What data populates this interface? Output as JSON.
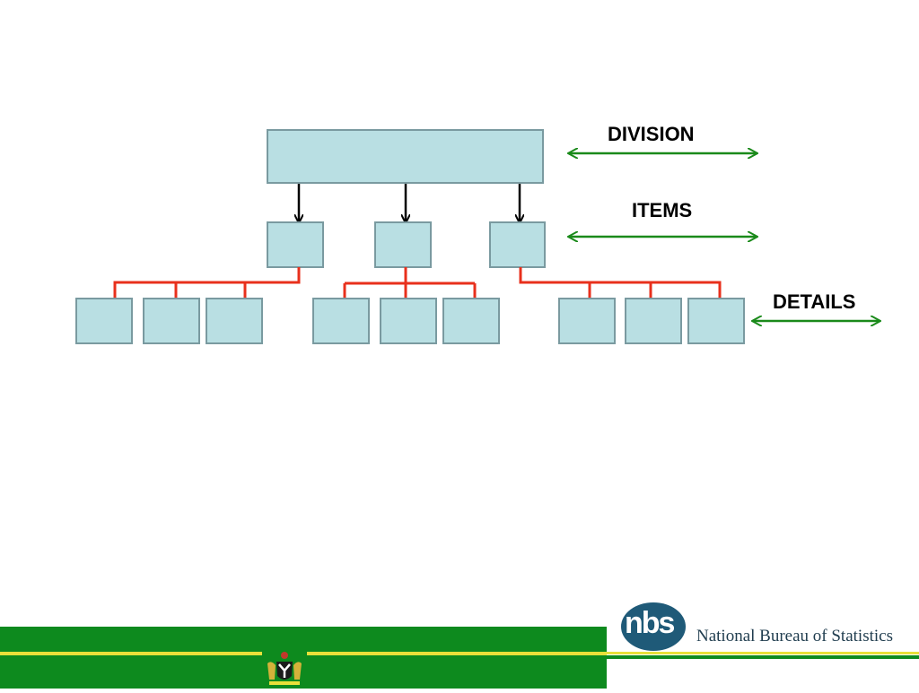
{
  "diagram": {
    "levels": {
      "division": "DIVISION",
      "items": "ITEMS",
      "details": "DETAILS"
    },
    "colors": {
      "box_fill": "#b9dfe3",
      "box_stroke": "#7a9aa0",
      "connector": "#e8301c",
      "arrow_down": "#000000",
      "level_arrow": "#1a8a1a"
    }
  },
  "footer": {
    "org_name": "National Bureau of Statistics",
    "logo_text": "nbs",
    "colors": {
      "green": "#0d8a1e",
      "yellow": "#e8e03a"
    }
  }
}
